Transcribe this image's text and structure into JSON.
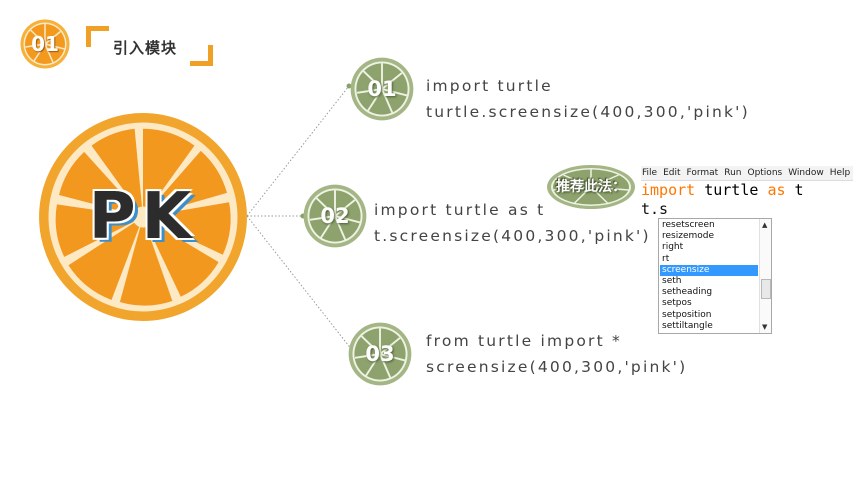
{
  "header": {
    "number": "01",
    "title": "引入模块"
  },
  "pk": {
    "label": "PK"
  },
  "options": [
    {
      "number": "01",
      "lines": [
        "import turtle",
        "turtle.screensize(400,300,'pink')"
      ]
    },
    {
      "number": "02",
      "lines": [
        "import turtle as t",
        "t.screensize(400,300,'pink')"
      ]
    },
    {
      "number": "03",
      "lines": [
        "from turtle import *",
        "screensize(400,300,'pink')"
      ]
    }
  ],
  "recommend": {
    "label": "推荐此法："
  },
  "idle": {
    "menu": [
      "File",
      "Edit",
      "Format",
      "Run",
      "Options",
      "Window",
      "Help"
    ],
    "code_line1": {
      "kw1": "import",
      "mod": " turtle ",
      "kw2": "as",
      "alias": " t"
    },
    "code_line2": "t.s",
    "completions": [
      "resetscreen",
      "resizemode",
      "right",
      "rt",
      "screensize",
      "seth",
      "setheading",
      "setpos",
      "setposition",
      "settiltangle"
    ],
    "selected_completion": "screensize"
  },
  "colors": {
    "orange": "#f0a024",
    "lime": "#a4b685",
    "selection": "#3399ff",
    "keyword": "#ff7700"
  }
}
